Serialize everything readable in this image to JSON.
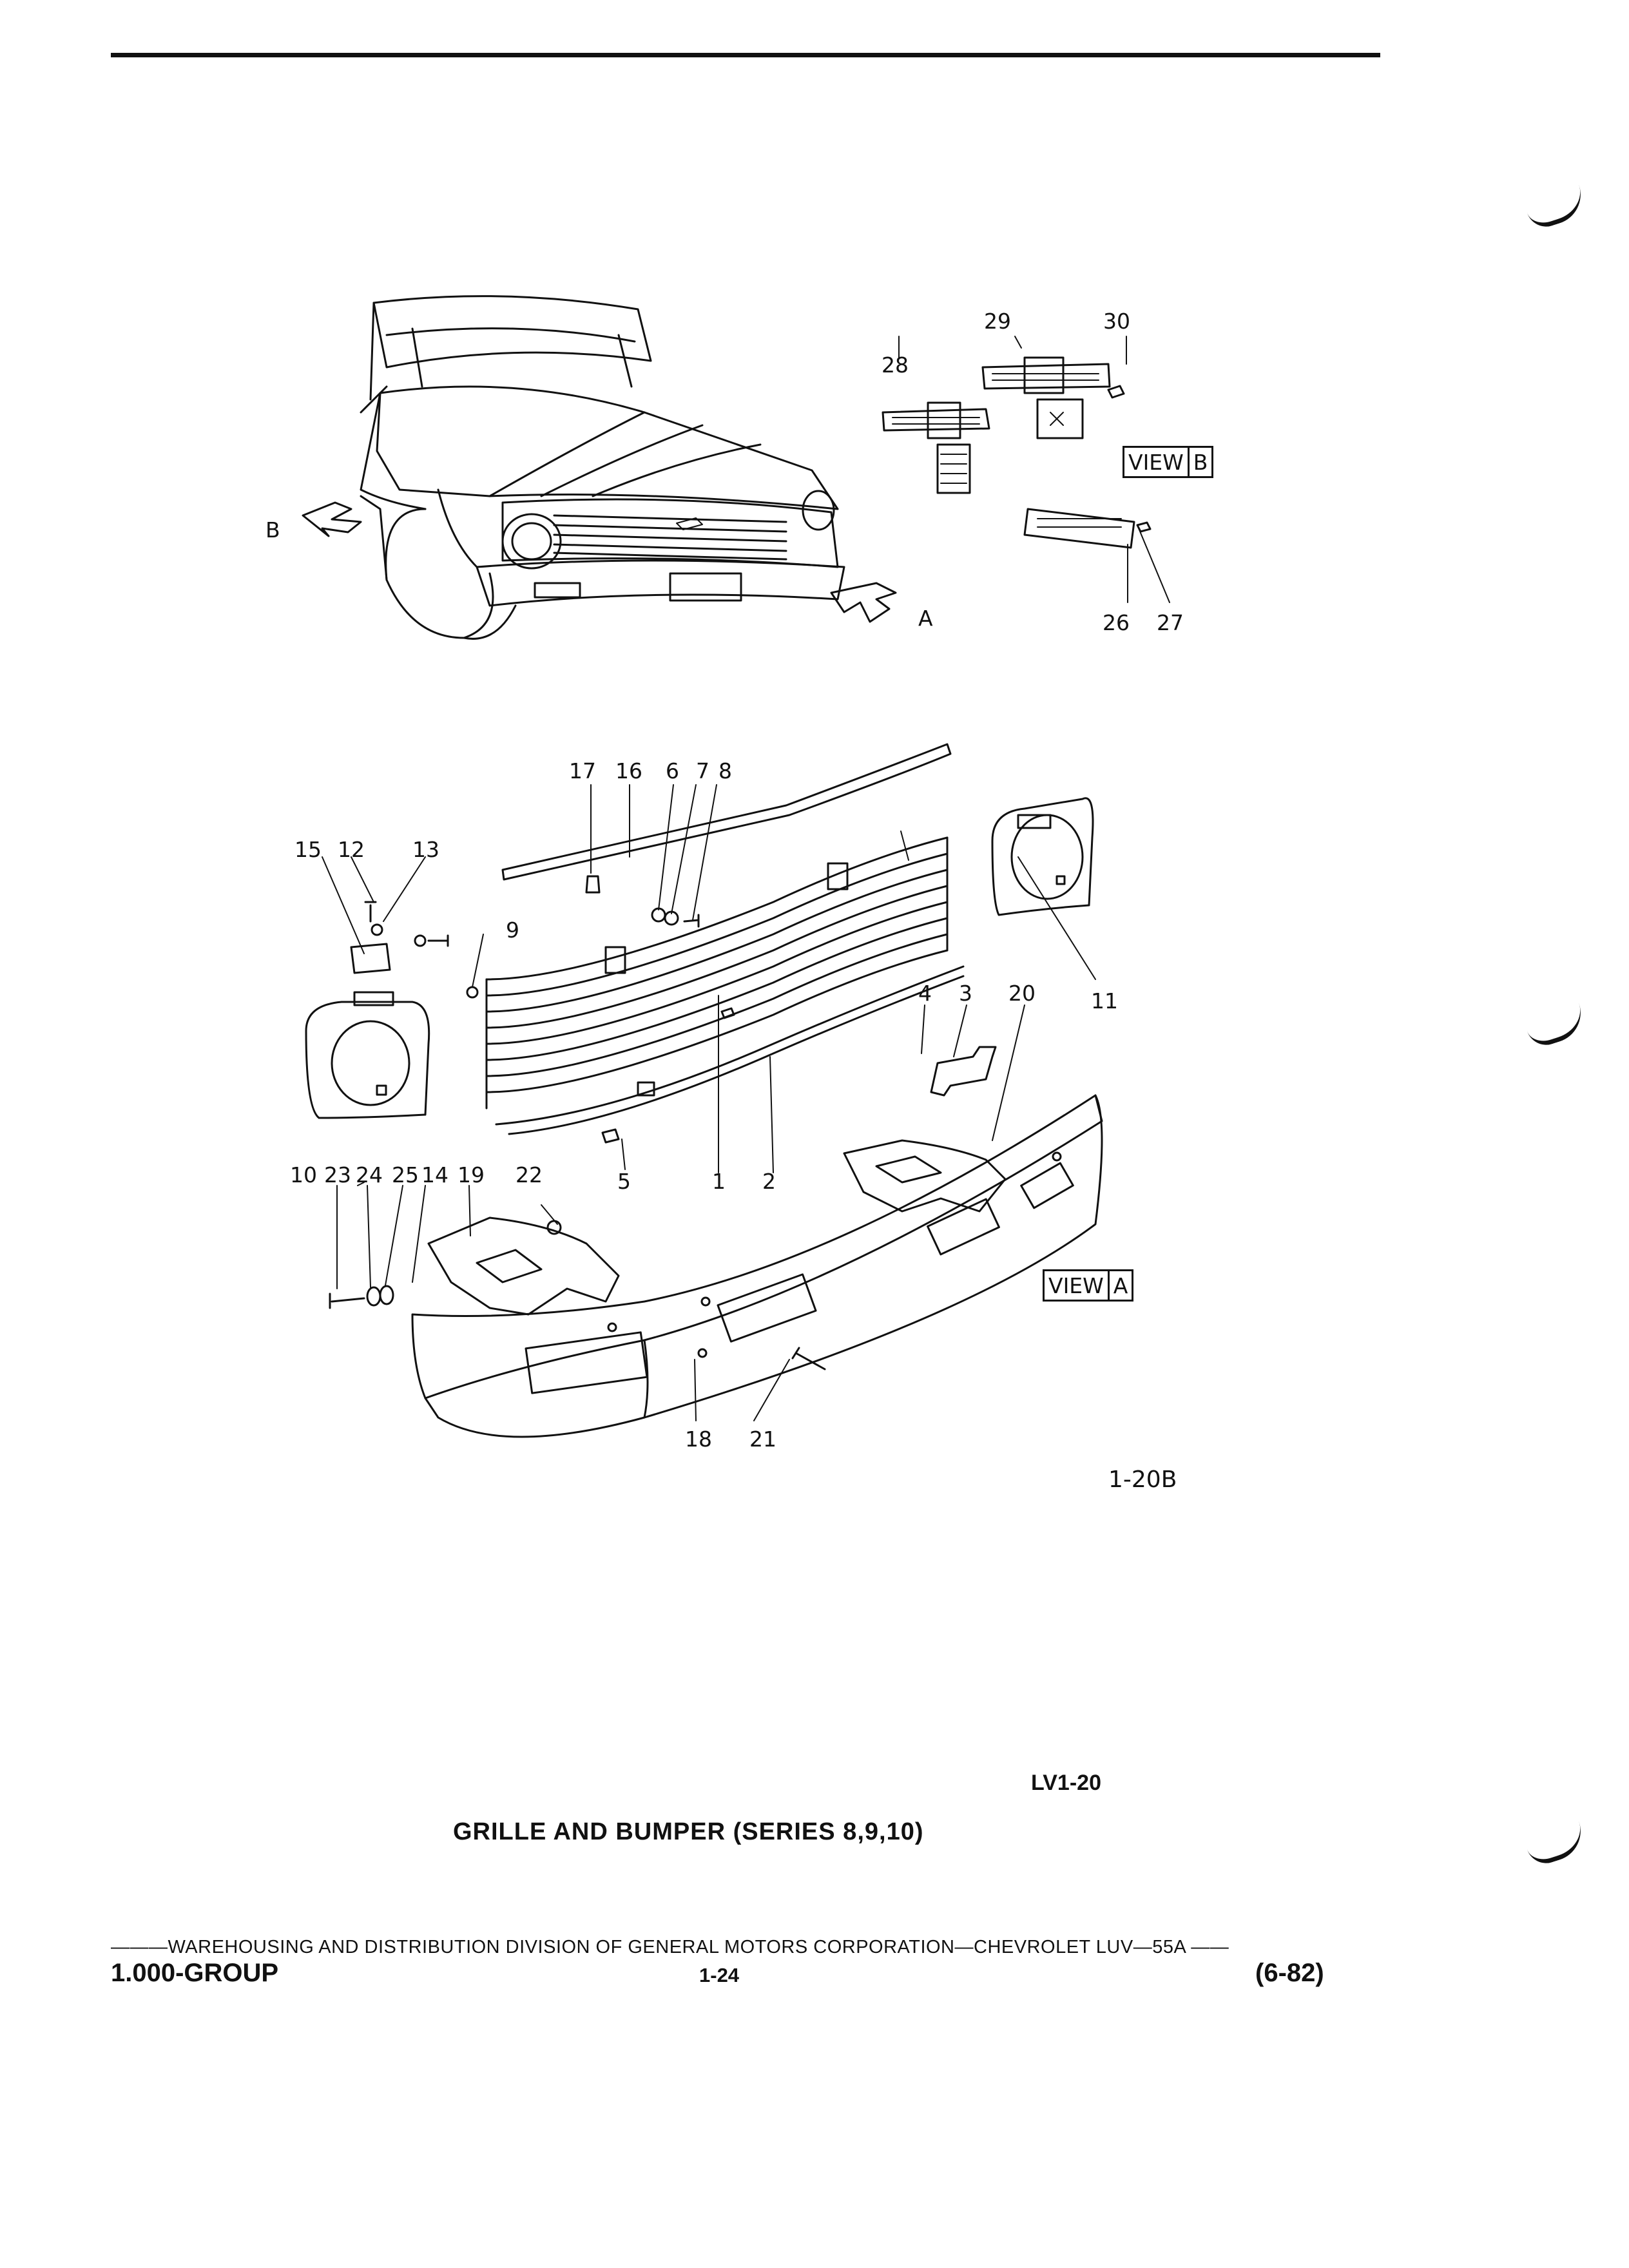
{
  "header": {
    "rule": true
  },
  "view_b": {
    "letter_label": "B",
    "view_label": "VIEW",
    "view_letter": "B",
    "callouts": [
      "28",
      "29",
      "30",
      "26",
      "27"
    ]
  },
  "view_a": {
    "letter_label": "A",
    "view_label": "VIEW",
    "view_letter": "A"
  },
  "callouts": {
    "c1": "1",
    "c2": "2",
    "c3": "3",
    "c4": "4",
    "c5": "5",
    "c6": "6",
    "c7": "7",
    "c8": "8",
    "c9": "9",
    "c10": "10",
    "c11": "11",
    "c12": "12",
    "c13": "13",
    "c14": "14",
    "c15": "15",
    "c16": "16",
    "c17": "17",
    "c18": "18",
    "c19": "19",
    "c20": "20",
    "c21": "21",
    "c22": "22",
    "c23": "23",
    "c24": "24",
    "c25": "25",
    "c26": "26",
    "c27": "27",
    "c28": "28",
    "c29": "29",
    "c30": "30"
  },
  "figure_number": "1-20B",
  "plate_code": "LV1-20",
  "caption": "GRILLE AND BUMPER (SERIES 8,9,10)",
  "footer": {
    "line": "———WAREHOUSING AND DISTRIBUTION  DIVISION OF GENERAL MOTORS CORPORATION—CHEVROLET LUV—55A  ——",
    "group": "1.000-GROUP",
    "page": "1-24",
    "date": "(6-82)"
  }
}
